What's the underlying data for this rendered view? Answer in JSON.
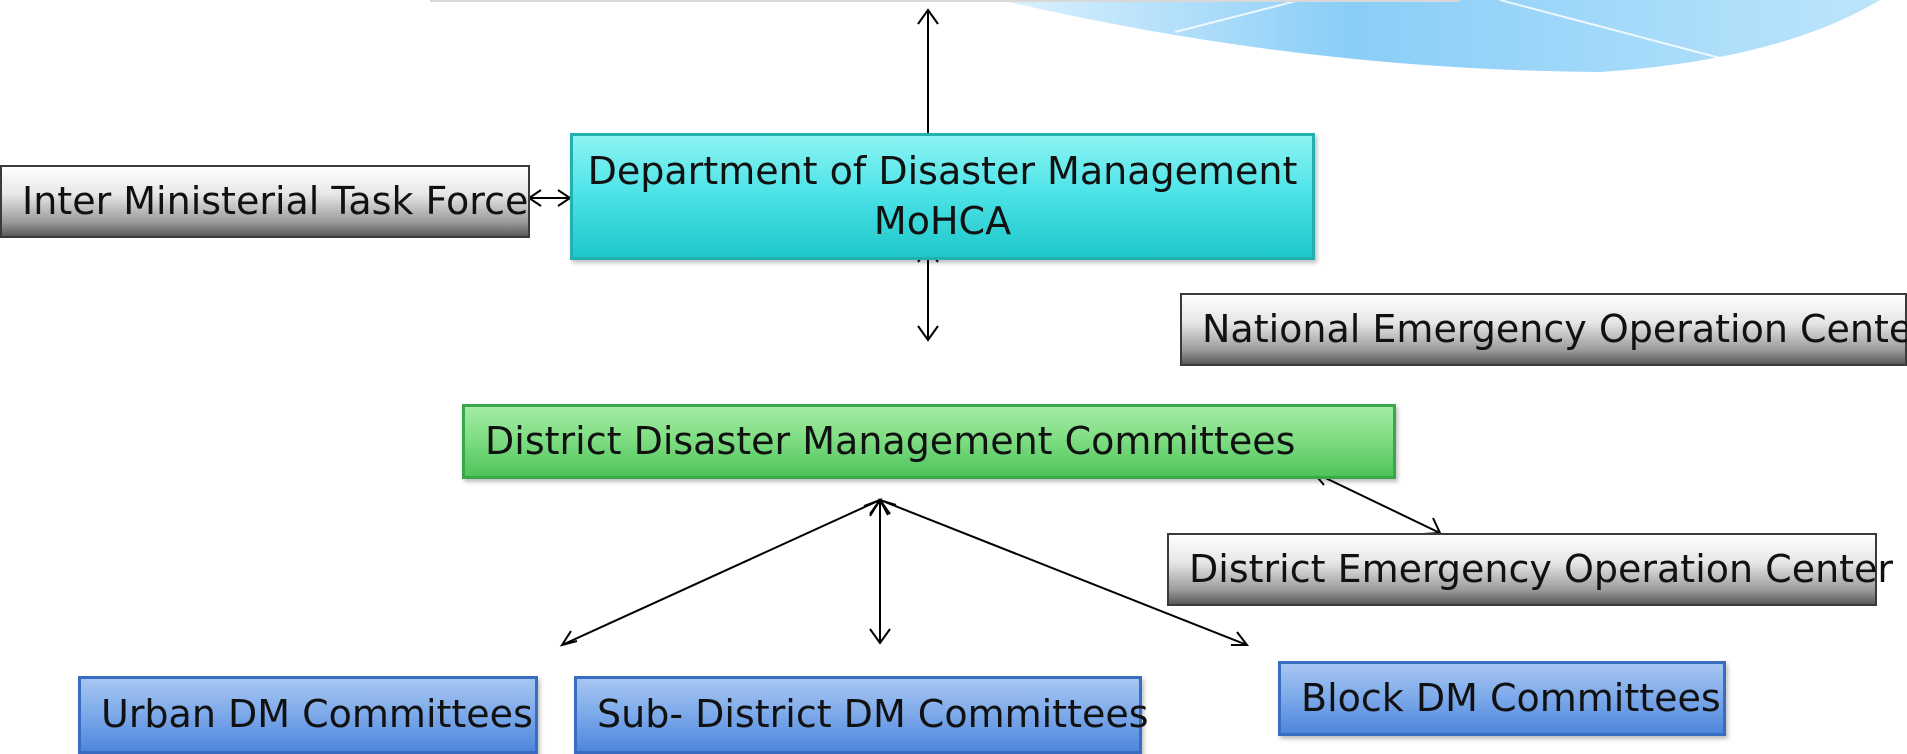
{
  "nodes": {
    "inter_ministerial": "Inter Ministerial Task Force",
    "ddm_line1": "Department of Disaster Management",
    "ddm_line2": "MoHCA",
    "neoc": "National Emergency Operation Center",
    "ddmc": "District Disaster Management Committees",
    "deoc": "District Emergency Operation Center",
    "urban": "Urban DM Committees",
    "subdistrict": "Sub- District DM Committees",
    "block": "Block DM Committees"
  },
  "colors": {
    "cyan": "#4fe4e8",
    "green": "#80de84",
    "blue": "#80aceb",
    "gray": "#9a9a9a",
    "swoosh": "#8fd0f7"
  }
}
